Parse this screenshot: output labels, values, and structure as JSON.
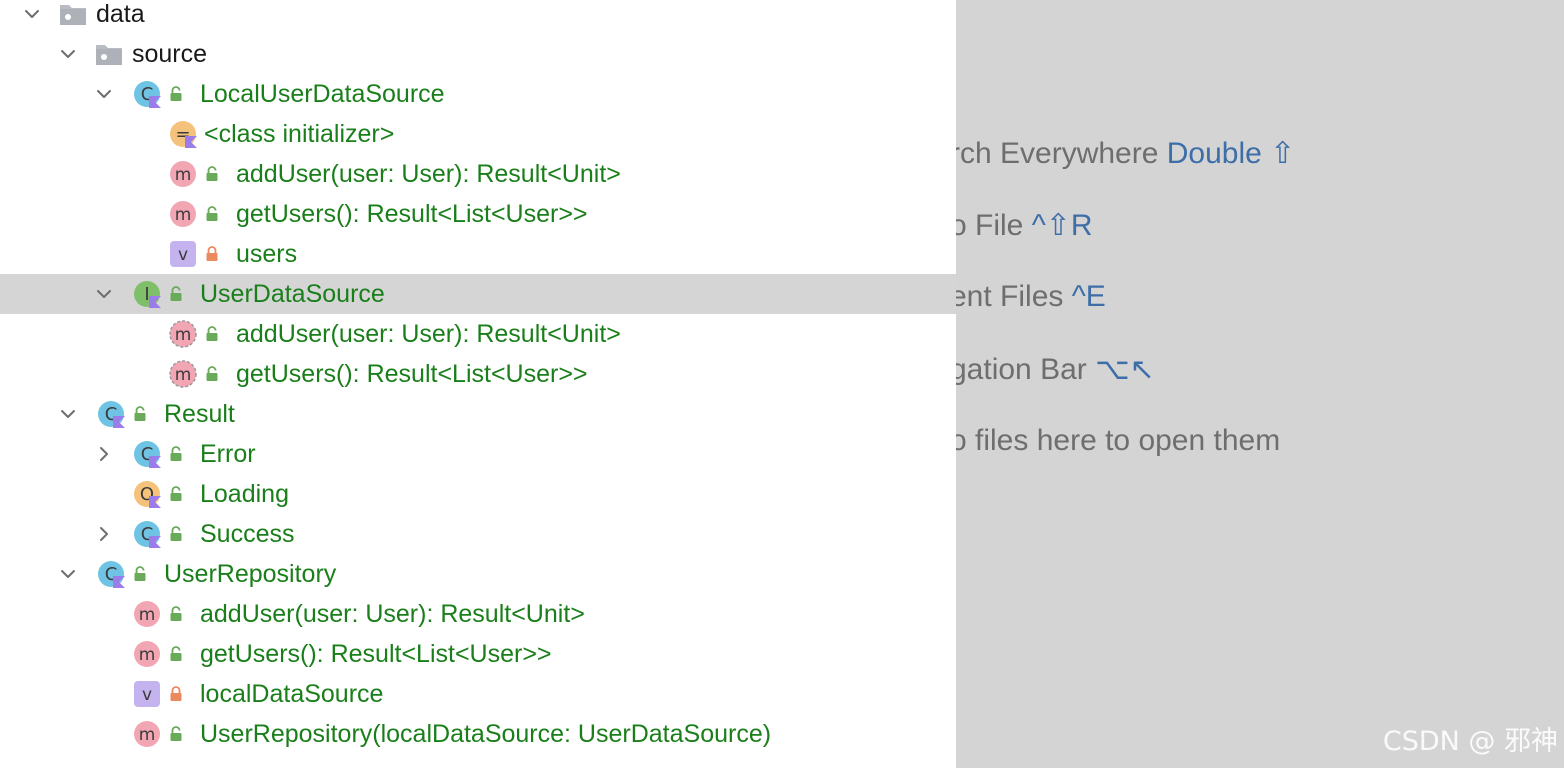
{
  "tree": {
    "rows": [
      {
        "label": "data",
        "kind": "folder",
        "indent": 0,
        "expanded": true
      },
      {
        "label": "source",
        "kind": "folder",
        "indent": 1,
        "expanded": true
      },
      {
        "label": "LocalUserDataSource",
        "kind": "class",
        "indent": 2,
        "expanded": true,
        "access": "public"
      },
      {
        "label": "<class initializer>",
        "kind": "initializer",
        "indent": 3,
        "access": "none"
      },
      {
        "label": "addUser(user: User): Result<Unit>",
        "kind": "method",
        "indent": 3,
        "access": "public"
      },
      {
        "label": "getUsers(): Result<List<User>>",
        "kind": "method",
        "indent": 3,
        "access": "public"
      },
      {
        "label": "users",
        "kind": "value",
        "indent": 3,
        "access": "private"
      },
      {
        "label": "UserDataSource",
        "kind": "interface",
        "indent": 2,
        "expanded": true,
        "access": "public",
        "selected": true
      },
      {
        "label": "addUser(user: User): Result<Unit>",
        "kind": "abstract-method",
        "indent": 3,
        "access": "public"
      },
      {
        "label": "getUsers(): Result<List<User>>",
        "kind": "abstract-method",
        "indent": 3,
        "access": "public"
      },
      {
        "label": "Result",
        "kind": "class",
        "indent": 1,
        "expanded": true,
        "access": "public"
      },
      {
        "label": "Error",
        "kind": "class",
        "indent": 2,
        "expanded": false,
        "access": "public"
      },
      {
        "label": "Loading",
        "kind": "object",
        "indent": 2,
        "access": "public"
      },
      {
        "label": "Success",
        "kind": "class",
        "indent": 2,
        "expanded": false,
        "access": "public"
      },
      {
        "label": "UserRepository",
        "kind": "class",
        "indent": 1,
        "expanded": true,
        "access": "public"
      },
      {
        "label": "addUser(user: User): Result<Unit>",
        "kind": "method",
        "indent": 2,
        "access": "public"
      },
      {
        "label": "getUsers(): Result<List<User>>",
        "kind": "method",
        "indent": 2,
        "access": "public"
      },
      {
        "label": "localDataSource",
        "kind": "value",
        "indent": 2,
        "access": "private"
      },
      {
        "label": "UserRepository(localDataSource: UserDataSource)",
        "kind": "method",
        "indent": 2,
        "access": "public"
      }
    ]
  },
  "icon_letters": {
    "class": "C",
    "interface": "I",
    "method": "m",
    "value": "v",
    "object": "O",
    "initializer": "="
  },
  "colors": {
    "class": "#6fc4e6",
    "interface": "#7fbf6a",
    "method": "#f2a6b4",
    "value": "#c4b3ee",
    "object": "#f4c27a",
    "initializer": "#f4c27a",
    "kotlin_badge": "#9c7ce8",
    "public_lock": "#6aab5a",
    "private_lock": "#ea8a5e"
  },
  "hints": [
    {
      "text": "rch Everywhere ",
      "shortcut": "Double ⇧"
    },
    {
      "text": "o File ",
      "shortcut": "^⇧R"
    },
    {
      "text": "ent Files ",
      "shortcut": "^E"
    },
    {
      "text": "gation Bar ",
      "shortcut": "⌥↖"
    },
    {
      "text": "o files here to open them",
      "shortcut": ""
    }
  ],
  "watermark": "CSDN @ 邪神"
}
